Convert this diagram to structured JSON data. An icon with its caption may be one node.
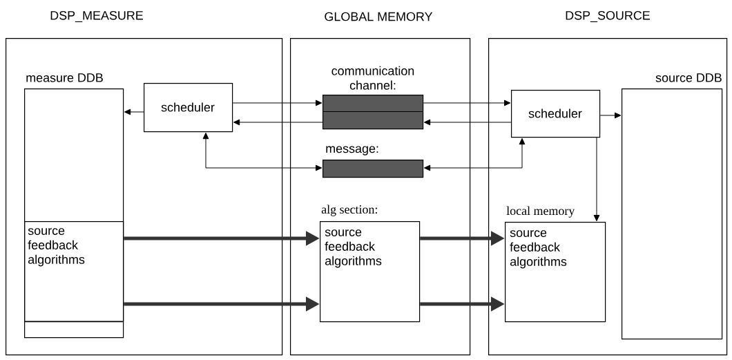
{
  "diagram": {
    "nodes": [
      {
        "text": [
          "DSP_MEASURE"
        ]
      },
      {
        "text": [
          "measure DDB"
        ],
        "in": 0
      },
      {
        "text": [
          "source feedback algorithms"
        ],
        "in": 1
      },
      {
        "text": [
          "scheduler"
        ],
        "in": 0
      },
      {
        "text": [
          "GLOBAL MEMORY"
        ]
      },
      {
        "text": [
          "communication channel:"
        ],
        "in": 4
      },
      {
        "text": [
          "message:"
        ],
        "in": 4
      },
      {
        "text": [
          "alg section:",
          "source feedback algorithms"
        ],
        "in": 4
      },
      {
        "text": [
          "DSP_SOURCE"
        ]
      },
      {
        "text": [
          "scheduler"
        ],
        "in": 8
      },
      {
        "text": [
          "local memory",
          "source feedback algorithms"
        ],
        "in": 8
      },
      {
        "text": [
          "source DDB"
        ],
        "in": 8
      }
    ],
    "edges": [
      {
        "from": 3,
        "to": 1,
        "arrow": "to"
      },
      {
        "from": 3,
        "to": 5,
        "arrow": "to"
      },
      {
        "from": 5,
        "to": 9,
        "arrow": "to"
      },
      {
        "from": 9,
        "to": 5,
        "arrow": "to"
      },
      {
        "from": 5,
        "to": 3,
        "arrow": "to"
      },
      {
        "from": 3,
        "to": 6,
        "arrow": "both"
      },
      {
        "from": 9,
        "to": 6,
        "arrow": "both"
      },
      {
        "from": 9,
        "to": 11,
        "arrow": "to"
      },
      {
        "from": 9,
        "to": 10,
        "arrow": "to"
      },
      {
        "from": 2,
        "to": 7,
        "arrow": "to",
        "style": "thick"
      },
      {
        "from": 2,
        "to": 7,
        "arrow": "to",
        "style": "thick"
      },
      {
        "from": 7,
        "to": 10,
        "arrow": "to",
        "style": "thick"
      },
      {
        "from": 7,
        "to": 10,
        "arrow": "to",
        "style": "thick"
      }
    ]
  }
}
